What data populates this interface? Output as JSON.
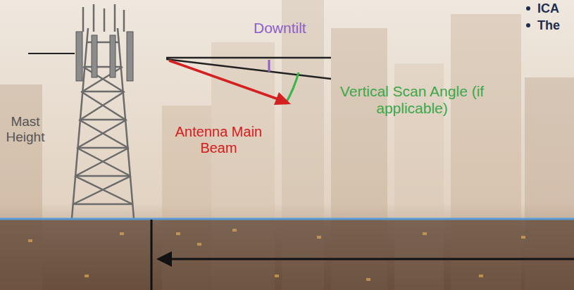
{
  "diagram": {
    "labels": [
      "ICA",
      "The",
      "Downtilt",
      "Vertical Scan Angle (if applicable)",
      "Mast Height",
      "Antenna Main Beam"
    ]
  }
}
